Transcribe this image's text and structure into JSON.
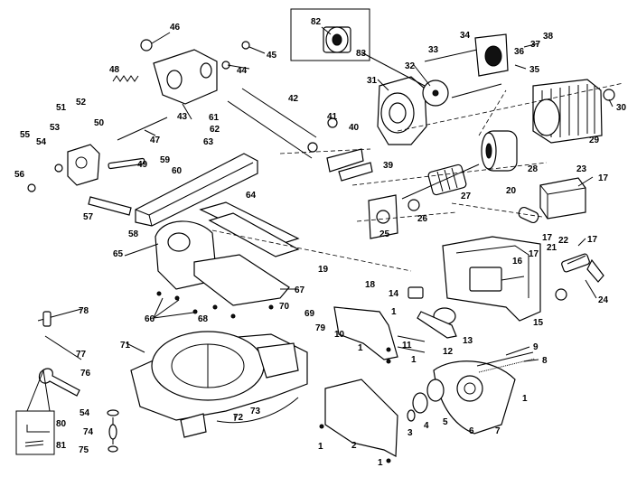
{
  "diagram": {
    "callouts": [
      "1",
      "2",
      "3",
      "4",
      "5",
      "6",
      "7",
      "8",
      "9",
      "10",
      "11",
      "12",
      "13",
      "14",
      "15",
      "16",
      "17",
      "18",
      "19",
      "20",
      "21",
      "22",
      "23",
      "24",
      "25",
      "26",
      "27",
      "28",
      "29",
      "30",
      "31",
      "32",
      "33",
      "34",
      "35",
      "36",
      "37",
      "38",
      "39",
      "40",
      "41",
      "42",
      "43",
      "44",
      "45",
      "46",
      "47",
      "48",
      "49",
      "50",
      "51",
      "52",
      "53",
      "54",
      "55",
      "56",
      "57",
      "58",
      "59",
      "60",
      "61",
      "62",
      "63",
      "64",
      "65",
      "66",
      "67",
      "68",
      "69",
      "70",
      "71",
      "72",
      "73",
      "74",
      "75",
      "76",
      "77",
      "78",
      "79",
      "80",
      "81",
      "82",
      "83"
    ]
  }
}
